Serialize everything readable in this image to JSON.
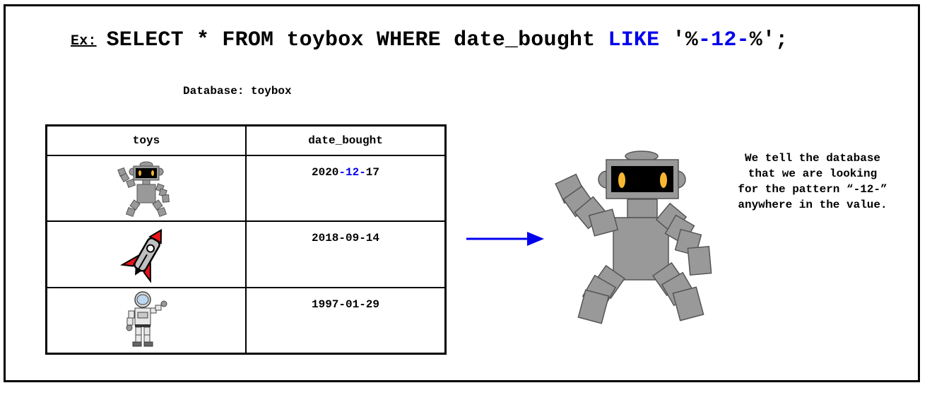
{
  "query": {
    "prefix": "Ex:",
    "part1": "SELECT * FROM toybox WHERE date_bought ",
    "like": "LIKE",
    "quote_open": " '%",
    "pattern": "-12-",
    "quote_close": "%';"
  },
  "database_caption": "Database: toybox",
  "table": {
    "headers": [
      "toys",
      "date_bought"
    ],
    "rows": [
      {
        "toy_icon": "robot-icon",
        "date_pre": "2020",
        "date_hl": "-12-",
        "date_post": "17"
      },
      {
        "toy_icon": "rocket-icon",
        "date": "2018-09-14"
      },
      {
        "toy_icon": "astronaut-icon",
        "date": "1997-01-29"
      }
    ]
  },
  "note": "We tell the database that we are looking for the pattern “-12-” anywhere in the value.",
  "colors": {
    "highlight": "#0000ee",
    "robot_gray": "#999999",
    "robot_eye": "#f7b731",
    "rocket_red": "#e8141a"
  }
}
